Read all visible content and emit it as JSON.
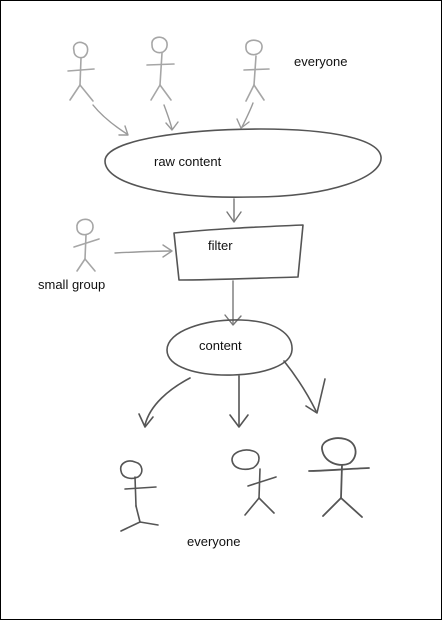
{
  "diagram": {
    "top_group_label": "everyone",
    "raw_content_label": "raw content",
    "filter_label": "filter",
    "small_group_label": "small group",
    "content_label": "content",
    "bottom_group_label": "everyone"
  },
  "colors": {
    "ink_dark": "#555555",
    "ink_light": "#9a9a9a",
    "ink_medium": "#777777"
  }
}
